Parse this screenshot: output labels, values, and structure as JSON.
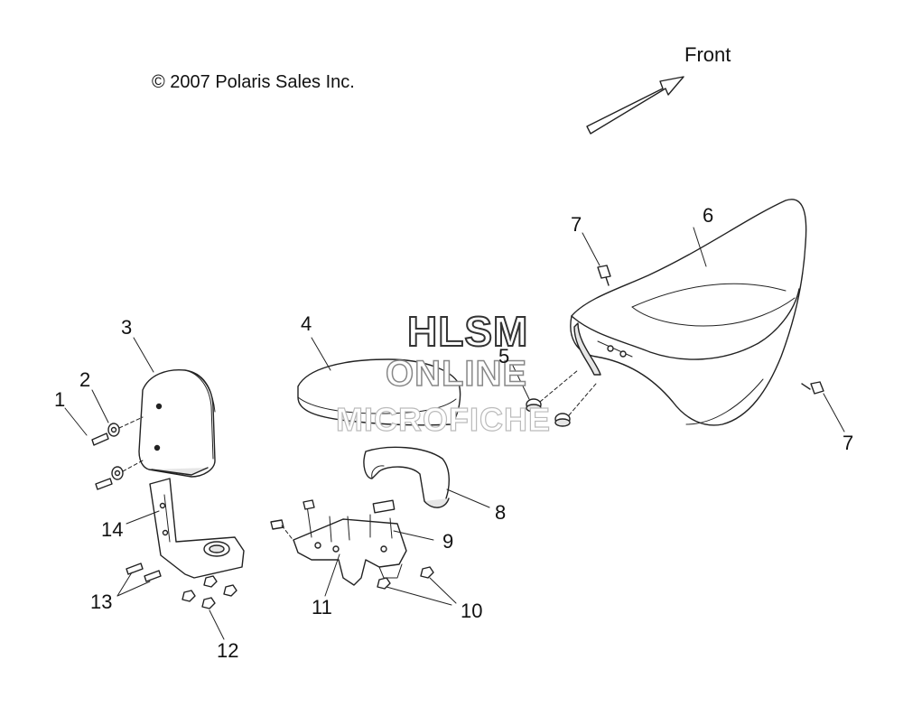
{
  "copyright": "© 2007 Polaris Sales Inc.",
  "direction_label": "Front",
  "watermark": {
    "line1": "HLSM",
    "line2": "ONLINE",
    "line3": "MICROFICHE"
  },
  "callouts": [
    "1",
    "2",
    "3",
    "4",
    "5",
    "6",
    "7",
    "7",
    "8",
    "9",
    "10",
    "11",
    "12",
    "13",
    "14"
  ],
  "colors": {
    "line": "#222222",
    "fill": "#ffffff",
    "shade": "#e6e6e6"
  }
}
